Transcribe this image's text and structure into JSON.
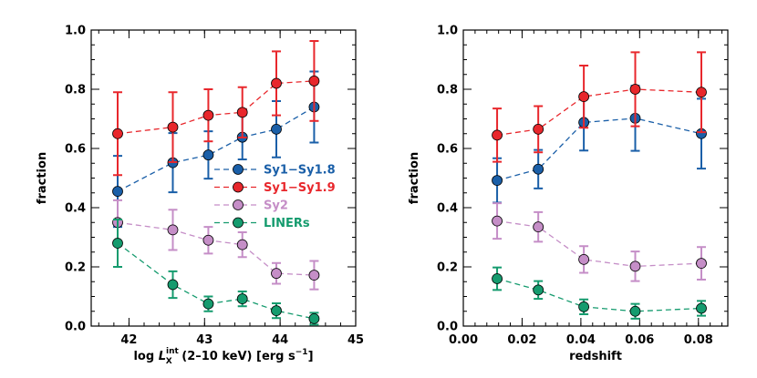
{
  "chart_data": [
    {
      "type": "line",
      "ylabel": "fraction",
      "xlabel": {
        "prefix": "log ",
        "symbol": "L",
        "sup": "int",
        "sub": "X",
        "suffix": " (2–10 keV) [erg s",
        "unit_sup": "−1",
        "close": "]"
      },
      "xlim": [
        41.5,
        45.0
      ],
      "ylim": [
        0.0,
        1.0
      ],
      "xticks": [
        "42",
        "43",
        "44",
        "45"
      ],
      "yticks": [
        "0.0",
        "0.2",
        "0.4",
        "0.6",
        "0.8",
        "1.0"
      ],
      "legend": {
        "position": "center-right"
      },
      "series": [
        {
          "name": "Sy1−Sy1.8",
          "color": "#1a5fa8",
          "x": [
            41.85,
            42.58,
            43.05,
            43.5,
            43.95,
            44.45
          ],
          "y": [
            0.455,
            0.552,
            0.578,
            0.638,
            0.665,
            0.74
          ],
          "err": [
            0.12,
            0.1,
            0.08,
            0.075,
            0.095,
            0.12
          ]
        },
        {
          "name": "Sy1−Sy1.9",
          "color": "#e8272c",
          "x": [
            41.85,
            42.58,
            43.05,
            43.5,
            43.95,
            44.45
          ],
          "y": [
            0.65,
            0.672,
            0.712,
            0.722,
            0.82,
            0.828
          ],
          "err": [
            0.14,
            0.118,
            0.088,
            0.085,
            0.108,
            0.135
          ]
        },
        {
          "name": "Sy2",
          "color": "#c58ec7",
          "x": [
            41.85,
            42.58,
            43.05,
            43.5,
            43.95,
            44.45
          ],
          "y": [
            0.35,
            0.325,
            0.29,
            0.275,
            0.178,
            0.172
          ],
          "err": [
            0.075,
            0.068,
            0.045,
            0.042,
            0.035,
            0.048
          ]
        },
        {
          "name": "LINERs",
          "color": "#159b6e",
          "x": [
            41.85,
            42.58,
            43.05,
            43.5,
            43.95,
            44.45
          ],
          "y": [
            0.28,
            0.14,
            0.075,
            0.092,
            0.052,
            0.025
          ],
          "err": [
            0.08,
            0.045,
            0.025,
            0.025,
            0.025,
            0.02
          ]
        }
      ]
    },
    {
      "type": "line",
      "ylabel": "fraction",
      "xlabel": {
        "text": "redshift"
      },
      "xlim": [
        0.0,
        0.09
      ],
      "ylim": [
        0.0,
        1.0
      ],
      "xticks": [
        "0.00",
        "0.02",
        "0.04",
        "0.06",
        "0.08"
      ],
      "yticks": [
        "0.0",
        "0.2",
        "0.4",
        "0.6",
        "0.8",
        "1.0"
      ],
      "series": [
        {
          "name": "Sy1−Sy1.8",
          "color": "#1a5fa8",
          "x": [
            0.0115,
            0.0255,
            0.041,
            0.0585,
            0.081
          ],
          "y": [
            0.492,
            0.53,
            0.688,
            0.702,
            0.65
          ],
          "err": [
            0.075,
            0.065,
            0.095,
            0.11,
            0.118
          ]
        },
        {
          "name": "Sy1−Sy1.9",
          "color": "#e8272c",
          "x": [
            0.0115,
            0.0255,
            0.041,
            0.0585,
            0.081
          ],
          "y": [
            0.645,
            0.665,
            0.775,
            0.8,
            0.79
          ],
          "err": [
            0.09,
            0.078,
            0.105,
            0.125,
            0.135
          ]
        },
        {
          "name": "Sy2",
          "color": "#c58ec7",
          "x": [
            0.0115,
            0.0255,
            0.041,
            0.0585,
            0.081
          ],
          "y": [
            0.355,
            0.335,
            0.225,
            0.202,
            0.212
          ],
          "err": [
            0.06,
            0.05,
            0.045,
            0.05,
            0.055
          ]
        },
        {
          "name": "LINERs",
          "color": "#159b6e",
          "x": [
            0.0115,
            0.0255,
            0.041,
            0.0585,
            0.081
          ],
          "y": [
            0.16,
            0.122,
            0.065,
            0.05,
            0.06
          ],
          "err": [
            0.038,
            0.03,
            0.025,
            0.025,
            0.025
          ]
        }
      ]
    }
  ]
}
